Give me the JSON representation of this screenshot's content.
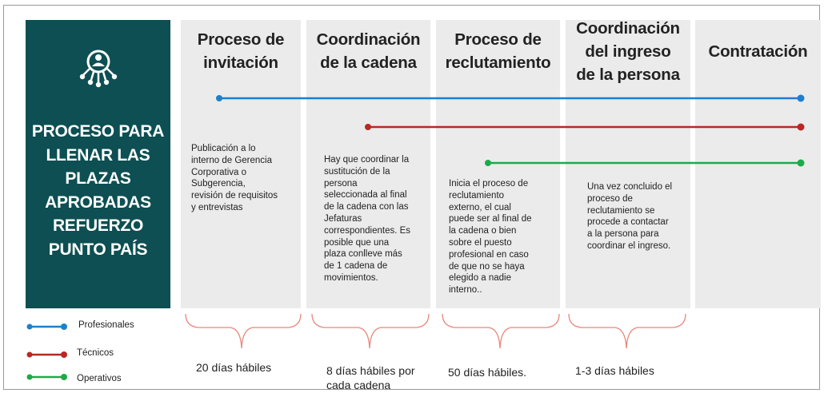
{
  "panel": {
    "title": "PROCESO PARA\nLLENAR LAS\nPLAZAS\nAPROBADAS\nREFUERZO\nPUNTO PAÍS",
    "icon": "people-network-icon"
  },
  "columns": [
    {
      "title": "Proceso de\ninvitación",
      "description": "Publicación a lo\ninterno de Gerencia\nCorporativa o\nSubgerencia,\nrevisión de requisitos\ny entrevistas",
      "duration": "20 días hábiles"
    },
    {
      "title": "Coordinación\nde la cadena",
      "description": "Hay que coordinar la\nsustitución de la\npersona\nseleccionada al final\nde la cadena con las\nJefaturas\ncorrespondientes. Es\nposible que una\nplaza conlleve más\nde 1 cadena de\nmovimientos.",
      "duration": "8 días hábiles por\ncada cadena"
    },
    {
      "title": "Proceso de\nreclutamiento",
      "description": "Inicia el proceso de\nreclutamiento\nexterno, el cual\npuede ser al final de\nla cadena o bien\nsobre el puesto\nprofesional en caso\nde que no se haya\nelegido a nadie\ninterno..",
      "duration": "50 días hábiles."
    },
    {
      "title": "Coordinación\ndel ingreso\nde la persona",
      "description": "Una vez concluido el\nproceso de\nreclutamiento se\nprocede a contactar\na la persona para\ncoordinar el ingreso.",
      "duration": "1-3 días hábiles"
    },
    {
      "title": "Contratación",
      "description": "",
      "duration": ""
    }
  ],
  "legend": [
    {
      "label": "Profesionales",
      "color": "#1f7fc9"
    },
    {
      "label": "Técnicos",
      "color": "#b52a22"
    },
    {
      "label": "Operativos",
      "color": "#1bab4a"
    }
  ]
}
